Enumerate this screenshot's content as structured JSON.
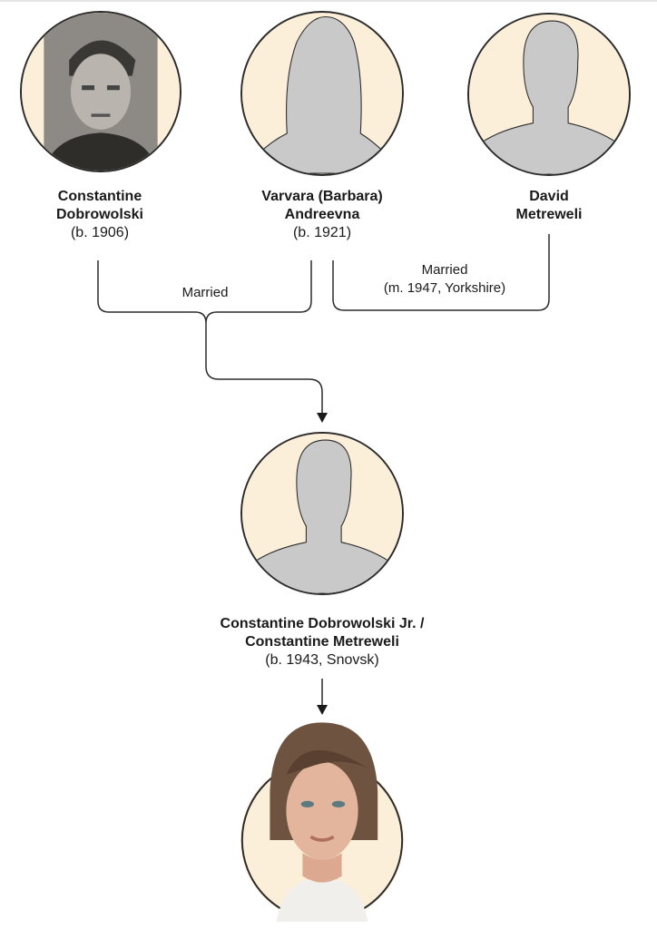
{
  "people": [
    {
      "name_line1": "Constantine",
      "name_line2": "Dobrowolski",
      "detail": "(b. 1906)",
      "avatar": "photo-grayscale-man"
    },
    {
      "name_line1": "Varvara (Barbara)",
      "name_line2": "Andreevna",
      "detail": "(b. 1921)",
      "avatar": "silhouette-woman"
    },
    {
      "name_line1": "David",
      "name_line2": "Metreweli",
      "detail": "",
      "avatar": "silhouette-man"
    },
    {
      "name_line1": "Constantine Dobrowolski Jr. /",
      "name_line2": "Constantine Metreweli",
      "detail": "(b. 1943, Snovsk)",
      "avatar": "silhouette-man"
    },
    {
      "avatar": "photo-color-woman"
    }
  ],
  "relations": [
    {
      "label": "Married",
      "detail": ""
    },
    {
      "label": "Married",
      "detail": "(m. 1947, Yorkshire)"
    }
  ],
  "colors": {
    "circle_bg": "#fcefd9",
    "silhouette": "#c9c9c9",
    "line": "#2b2b2b"
  }
}
